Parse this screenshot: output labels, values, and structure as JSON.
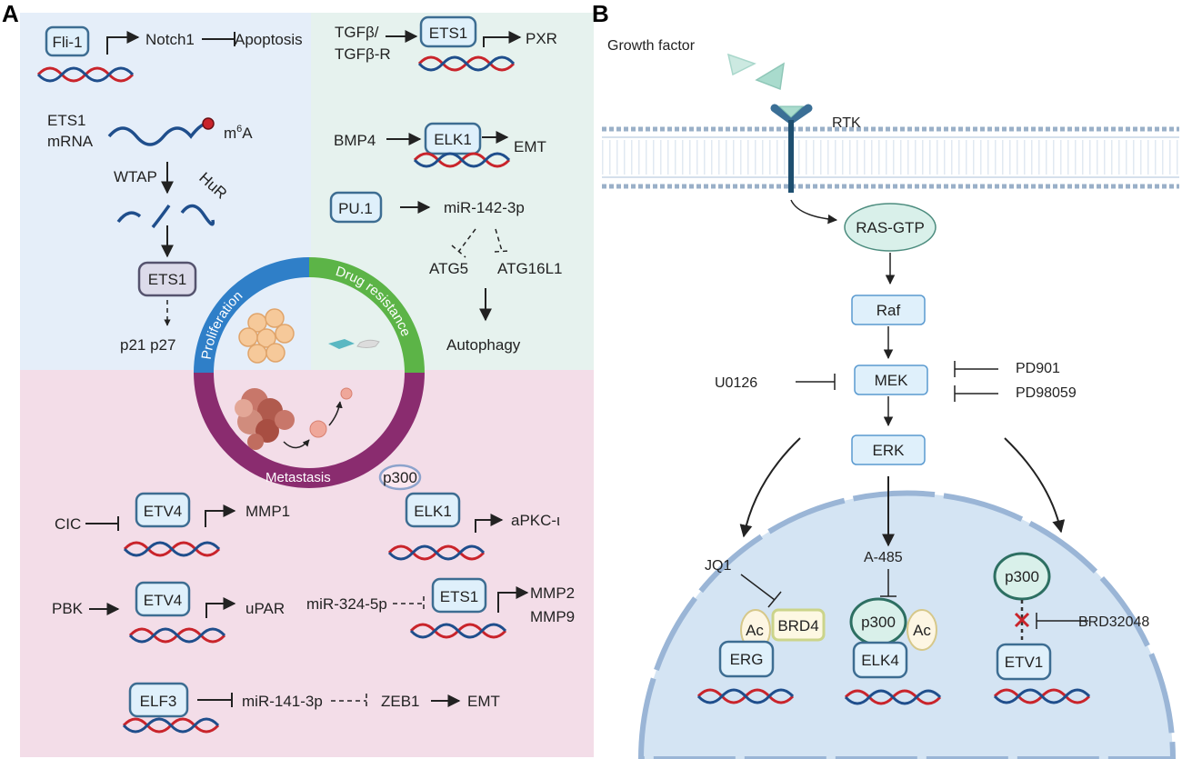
{
  "panels": {
    "a": "A",
    "b": "B"
  },
  "colors": {
    "bg_proliferation": "#e5eef9",
    "bg_drug": "#e6f2ee",
    "bg_metastasis": "#f3dde8",
    "ring_blue": "#2f7fc8",
    "ring_green": "#5cb447",
    "ring_purple": "#8a2c6f",
    "nucleus": "#d4e4f3"
  },
  "panel_a": {
    "proliferation": {
      "fli1": "Fli-1",
      "notch1": "Notch1",
      "apoptosis": "Apoptosis",
      "ets1_mrna_1": "ETS1",
      "ets1_mrna_2": "mRNA",
      "m6a_m": "m",
      "m6a_sup": "6",
      "m6a_a": "A",
      "wtap": "WTAP",
      "hur": "HuR",
      "ets1_box": "ETS1",
      "p21p27": "p21 p27"
    },
    "drug": {
      "tgfb_1": "TGFβ/",
      "tgfb_2": "TGFβ-R",
      "ets1": "ETS1",
      "pxr": "PXR",
      "bmp4": "BMP4",
      "elk1": "ELK1",
      "emt": "EMT",
      "pu1": "PU.1",
      "mir142": "miR-142-3p",
      "atg5": "ATG5",
      "atg16": "ATG16L1",
      "autophagy": "Autophagy"
    },
    "ring": {
      "proliferation": "Proliferation",
      "drug_resistance": "Drug resistance",
      "metastasis": "Metastasis"
    },
    "metastasis": {
      "cic": "CIC",
      "etv4_a": "ETV4",
      "mmp1": "MMP1",
      "p300": "p300",
      "elk1": "ELK1",
      "apkc": "aPKC-ι",
      "pbk": "PBK",
      "etv4_b": "ETV4",
      "upar": "uPAR",
      "mir324": "miR-324-5p",
      "ets1": "ETS1",
      "mmp2": "MMP2",
      "mmp9": "MMP9",
      "elf3": "ELF3",
      "mir141": "miR-141-3p",
      "zeb1": "ZEB1",
      "emt": "EMT"
    }
  },
  "panel_b": {
    "growth_factor": "Growth factor",
    "rtk": "RTK",
    "ras": "RAS-GTP",
    "raf": "Raf",
    "mek": "MEK",
    "erk": "ERK",
    "u0126": "U0126",
    "pd901": "PD901",
    "pd98059": "PD98059",
    "jq1": "JQ1",
    "a485": "A-485",
    "ac1": "Ac",
    "brd4": "BRD4",
    "erg": "ERG",
    "p300_mid": "p300",
    "ac2": "Ac",
    "elk4": "ELK4",
    "p300_right": "p300",
    "brd32048": "BRD32048",
    "etv1": "ETV1"
  }
}
